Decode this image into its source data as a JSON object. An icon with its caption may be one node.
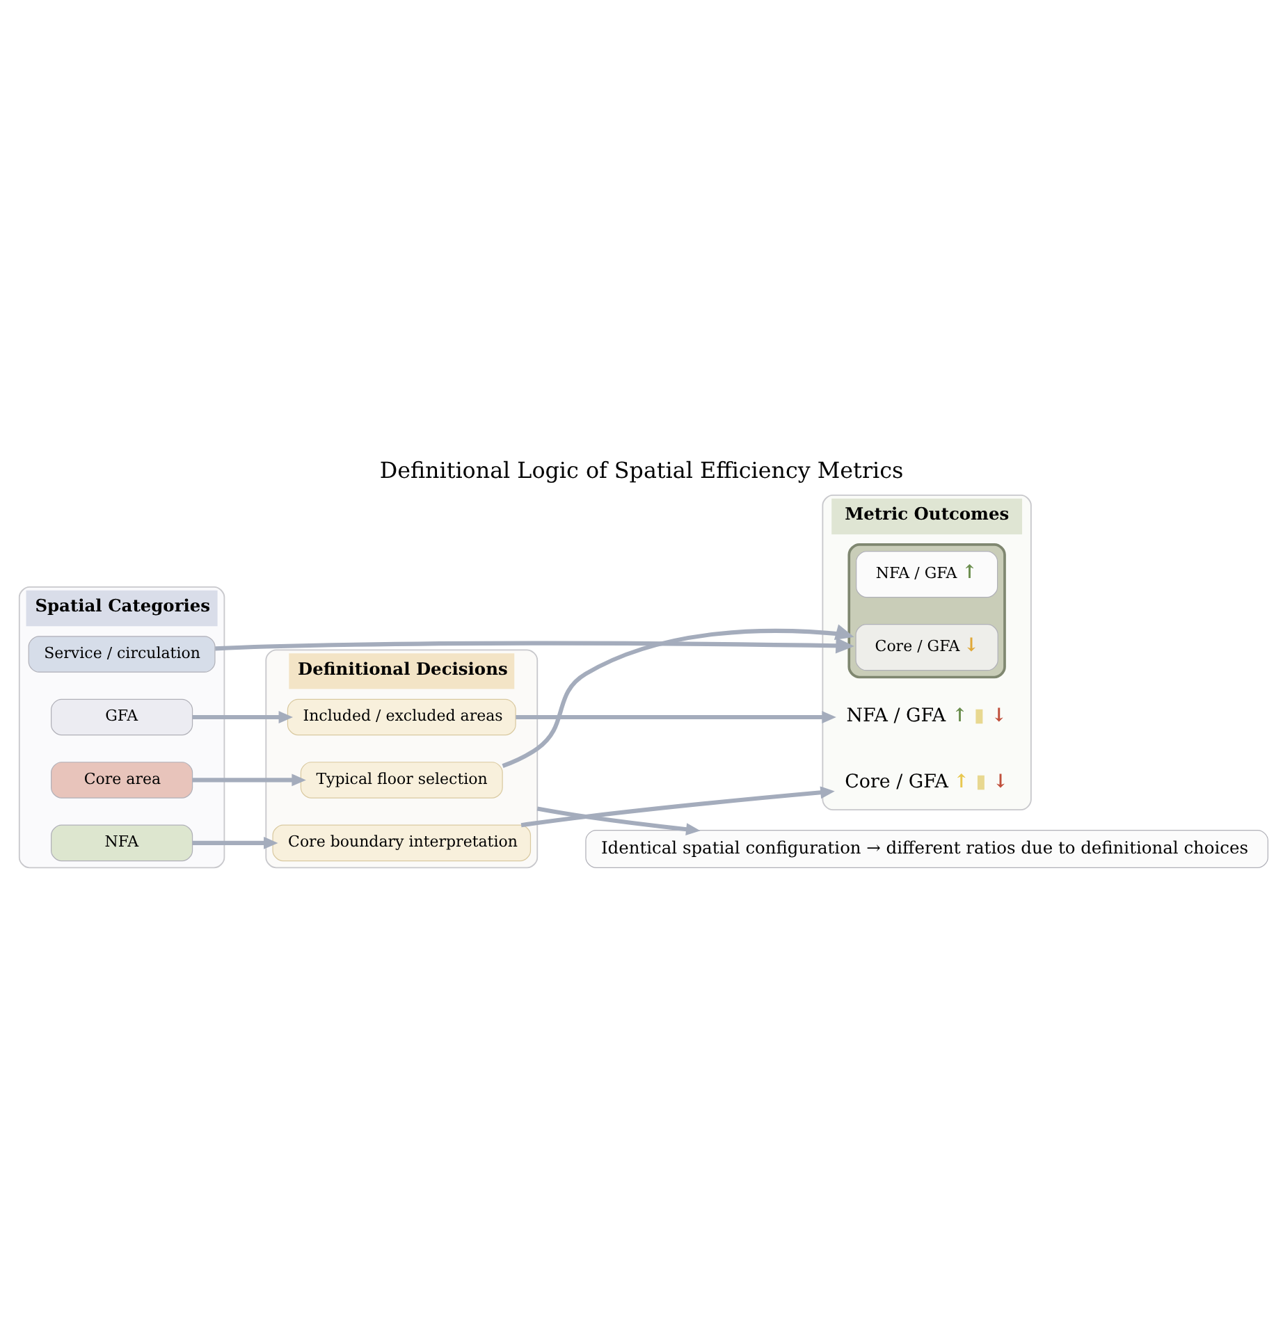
{
  "diagram": {
    "title": "Definitional Logic of Spatial Efficiency Metrics",
    "nodes": [
      {
        "text": [
          "Spatial Categories"
        ]
      },
      {
        "text": [
          "Definitional Decisions"
        ]
      },
      {
        "text": [
          "Metric Outcomes"
        ]
      },
      {
        "text": [
          "GFA"
        ],
        "in": 0
      },
      {
        "text": [
          "NFA"
        ],
        "in": 0
      },
      {
        "text": [
          "Core area"
        ],
        "in": 0
      },
      {
        "text": [
          "Service / circulation"
        ],
        "in": 0
      },
      {
        "text": [
          "Included / excluded areas"
        ],
        "in": 1
      },
      {
        "text": [
          "Core boundary interpretation"
        ],
        "in": 1
      },
      {
        "text": [
          "Typical floor selection"
        ],
        "in": 1
      },
      {
        "text": [
          "NFA / GFA"
        ],
        "in": 2,
        "beside": [
          "↑",
          "▮",
          "↓"
        ]
      },
      {
        "text": [
          "Core / GFA"
        ],
        "in": 2,
        "beside": [
          "↑",
          "▮",
          "↓"
        ]
      },
      {
        "text": [],
        "shape": "box",
        "in": 2
      },
      {
        "text": [
          "NFA / GFA",
          "↑"
        ],
        "in": 12
      },
      {
        "text": [
          "Core / GFA",
          "↓"
        ],
        "in": 12
      },
      {
        "text": [
          "Identical spatial configuration → different ratios due to definitional choices"
        ]
      }
    ],
    "edges": [
      {
        "from": 3,
        "to": 7,
        "arrow": "to"
      },
      {
        "from": 4,
        "to": 8,
        "arrow": "to"
      },
      {
        "from": 5,
        "to": 9,
        "arrow": "to"
      },
      {
        "from": 7,
        "to": 10,
        "arrow": "to"
      },
      {
        "from": 8,
        "to": 11,
        "arrow": "to"
      },
      {
        "from": 9,
        "to": 12,
        "arrow": "to"
      },
      {
        "from": 6,
        "to": 12,
        "arrow": "to"
      },
      {
        "from": 1,
        "to": 15,
        "arrow": "to"
      }
    ]
  }
}
